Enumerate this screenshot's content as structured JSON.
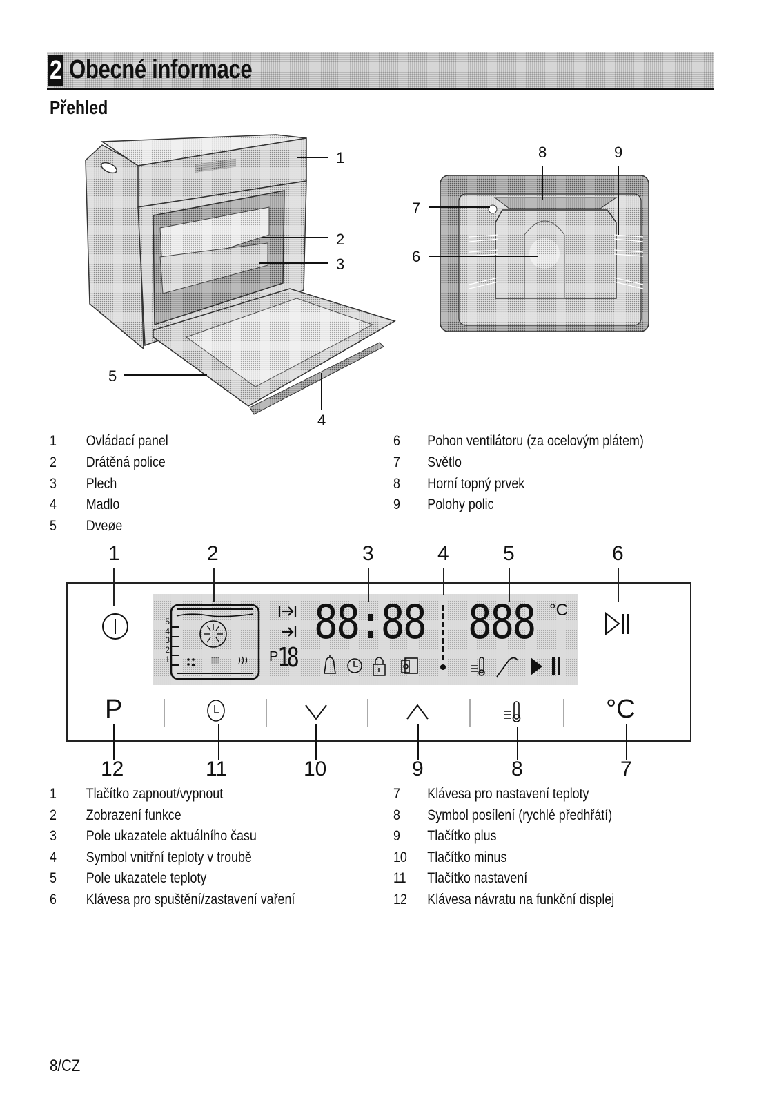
{
  "header": {
    "chapter_number": "2",
    "chapter_title": "Obecné informace",
    "section_title": "Přehled"
  },
  "oven_figure": {
    "callouts": [
      "1",
      "2",
      "3",
      "4",
      "5"
    ],
    "legend": [
      {
        "num": "1",
        "label": "Ovládací panel"
      },
      {
        "num": "2",
        "label": "Drátěná police"
      },
      {
        "num": "3",
        "label": "Plech"
      },
      {
        "num": "4",
        "label": "Madlo"
      },
      {
        "num": "5",
        "label": "Dveøe"
      }
    ]
  },
  "interior_figure": {
    "callouts": [
      "6",
      "7",
      "8",
      "9"
    ],
    "legend": [
      {
        "num": "6",
        "label": "Pohon ventilátoru (za ocelovým plátem)"
      },
      {
        "num": "7",
        "label": "Světlo"
      },
      {
        "num": "8",
        "label": "Horní topný prvek"
      },
      {
        "num": "9",
        "label": "Polohy polic"
      }
    ]
  },
  "control_panel": {
    "top_callouts": [
      "1",
      "2",
      "3",
      "4",
      "5",
      "6"
    ],
    "bottom_callouts": [
      "12",
      "11",
      "10",
      "9",
      "8",
      "7"
    ],
    "lcd": {
      "shelf_levels": [
        "5",
        "4",
        "3",
        "2",
        "1"
      ],
      "program_prefix": "P",
      "program_digits": "18",
      "time_digits": "88:88",
      "temp_digits": "888",
      "temp_unit": "°C"
    },
    "buttons": {
      "program": "P",
      "temp_unit": "°C"
    },
    "icons": {
      "power": "power-icon",
      "play_pause_key": "play-pause-icon",
      "duration": "duration-icon",
      "end_time": "end-time-icon",
      "alarm": "bell-icon",
      "clock": "clock-icon",
      "lock": "lock-icon",
      "door_lock": "door-lock-icon",
      "inner_temp": "thermometer-icon",
      "rapid_heat": "rapid-heat-icon",
      "probe": "meat-probe-icon",
      "play": "play-icon",
      "pause": "pause-icon",
      "minus": "chevron-down-icon",
      "plus": "chevron-up-icon"
    },
    "legend_left": [
      {
        "num": "1",
        "label": "Tlačítko zapnout/vypnout"
      },
      {
        "num": "2",
        "label": "Zobrazení funkce"
      },
      {
        "num": "3",
        "label": "Pole ukazatele aktuálního času"
      },
      {
        "num": "4",
        "label": "Symbol vnitřní teploty v troubě"
      },
      {
        "num": "5",
        "label": "Pole ukazatele teploty"
      },
      {
        "num": "6",
        "label": "Klávesa pro spuštění/zastavení vaření"
      }
    ],
    "legend_right": [
      {
        "num": "7",
        "label": "Klávesa pro nastavení teploty"
      },
      {
        "num": "8",
        "label": "Symbol posílení (rychlé předhřátí)"
      },
      {
        "num": "9",
        "label": "Tlačítko plus"
      },
      {
        "num": "10",
        "label": "Tlačítko minus"
      },
      {
        "num": "11",
        "label": "Tlačítko nastavení"
      },
      {
        "num": "12",
        "label": "Klávesa návratu na funkční displej"
      }
    ]
  },
  "footer": {
    "page_label": "8/CZ"
  }
}
